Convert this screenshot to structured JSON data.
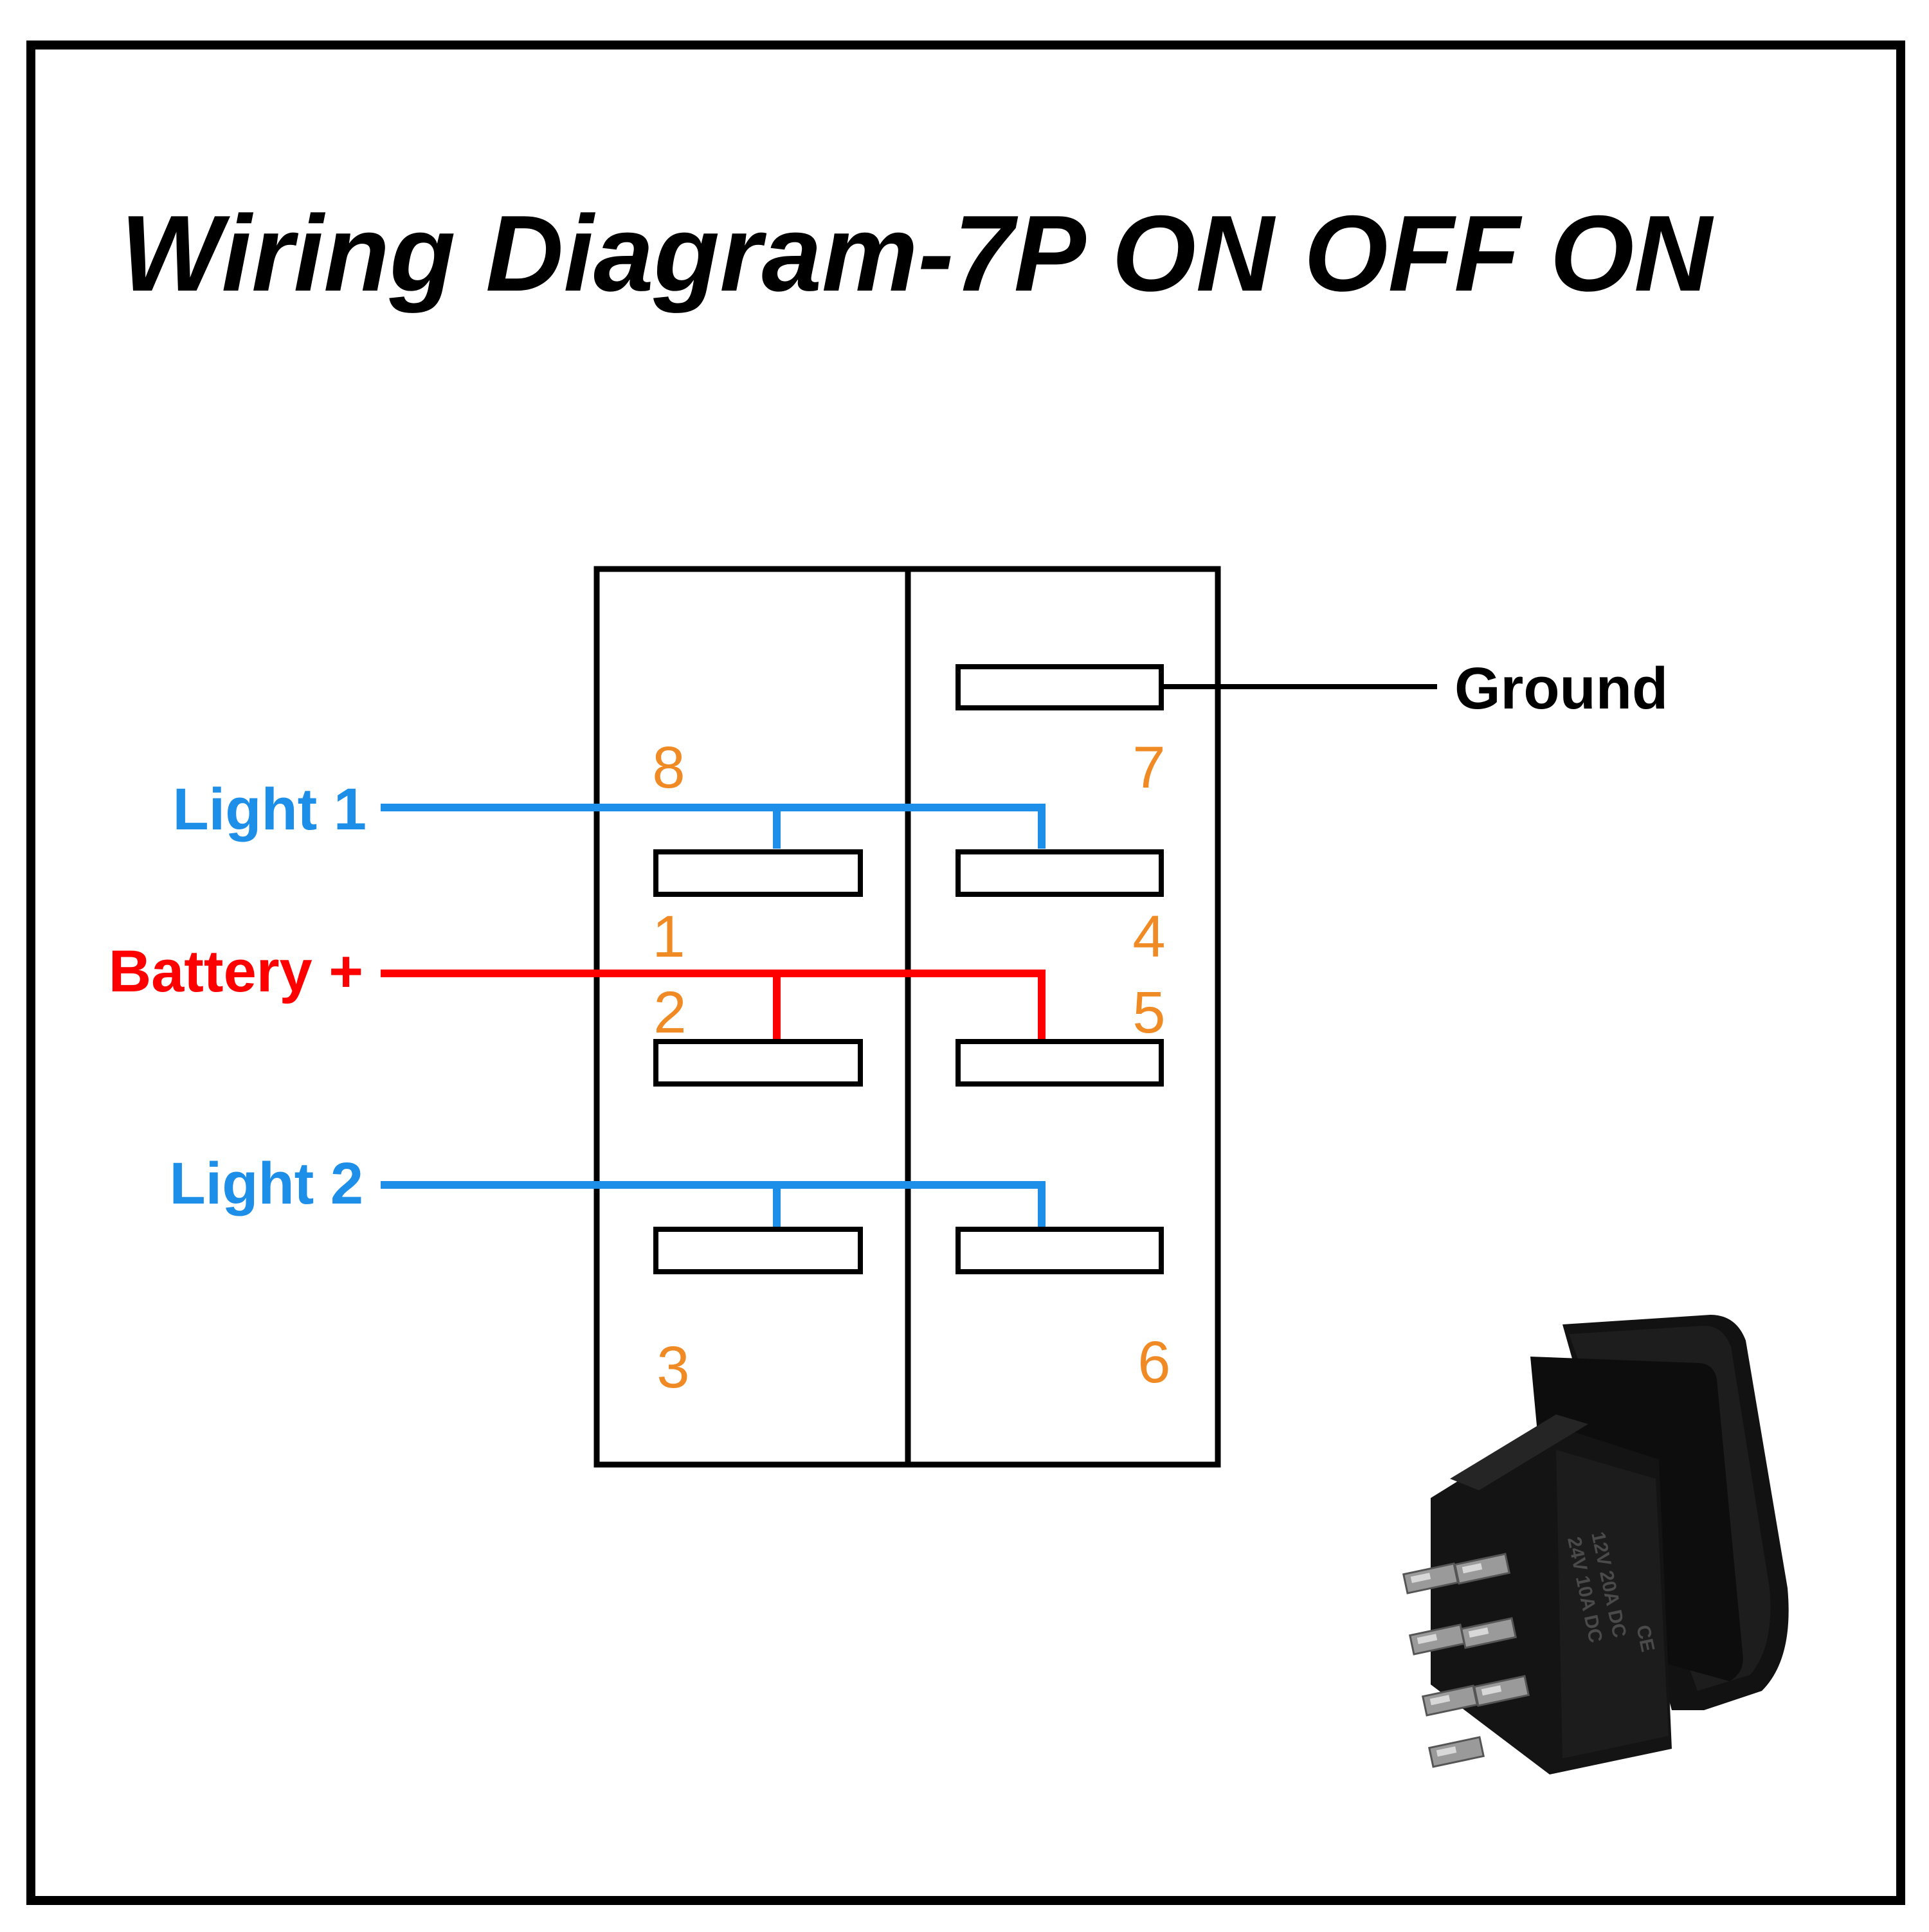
{
  "title": "Wiring Diagram-7P ON OFF ON",
  "labels": {
    "ground": "Ground",
    "light1": "Light 1",
    "battery": "Battery +",
    "light2": "Light 2"
  },
  "pins": {
    "p1": "1",
    "p2": "2",
    "p3": "3",
    "p4": "4",
    "p5": "5",
    "p6": "6",
    "p7": "7",
    "p8": "8"
  },
  "product_photo": {
    "rating_line1": "12V   20A  DC",
    "rating_line2": "24V   10A  DC",
    "mark": "CE"
  },
  "colors": {
    "border": "#000000",
    "light_wire": "#1e8fe8",
    "battery_wire": "#ff0000",
    "ground_wire": "#000000",
    "pin_number": "#f08a24",
    "light_label": "#1e8fe8",
    "battery_label": "#ff0000",
    "ground_label": "#000000"
  }
}
